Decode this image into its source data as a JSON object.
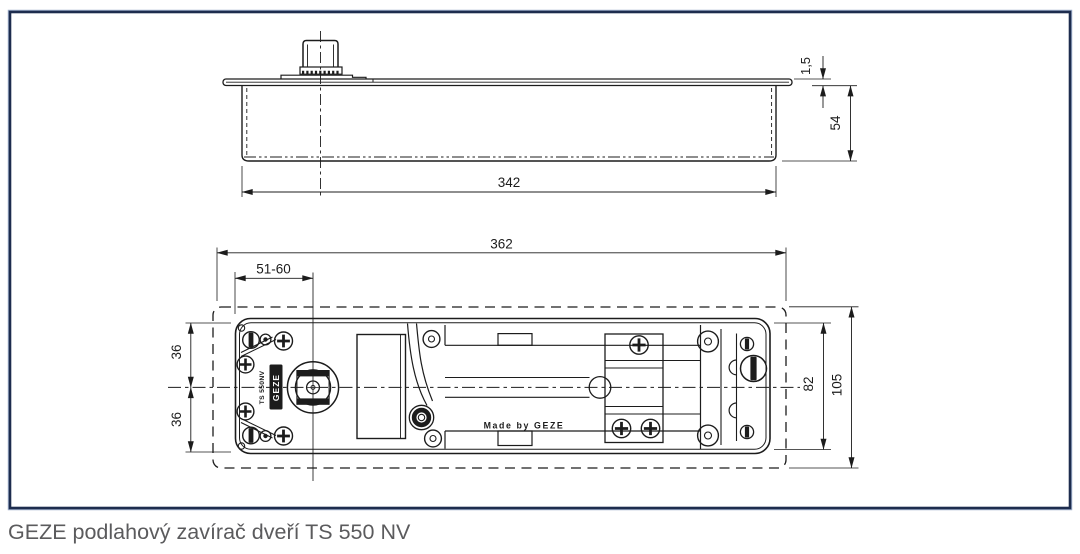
{
  "colors": {
    "line": "#1c1c1c",
    "frame": "#1d2c4e",
    "caption": "#5b5b5d"
  },
  "caption": "GEZE podlahový zavírač dveří TS 550 NV",
  "side_view": {
    "dim_length": "342",
    "dim_height": "54",
    "dim_plate_thickness": "1,5"
  },
  "plan_view": {
    "dim_overall_length": "362",
    "dim_spindle_offset": "51-60",
    "dim_axis_top": "36",
    "dim_axis_bottom": "36",
    "dim_body_width": "82",
    "dim_overall_width": "105",
    "label_model": "TS 550NV",
    "label_brand": "GEZE",
    "label_made_by": "Made by GEZE"
  }
}
